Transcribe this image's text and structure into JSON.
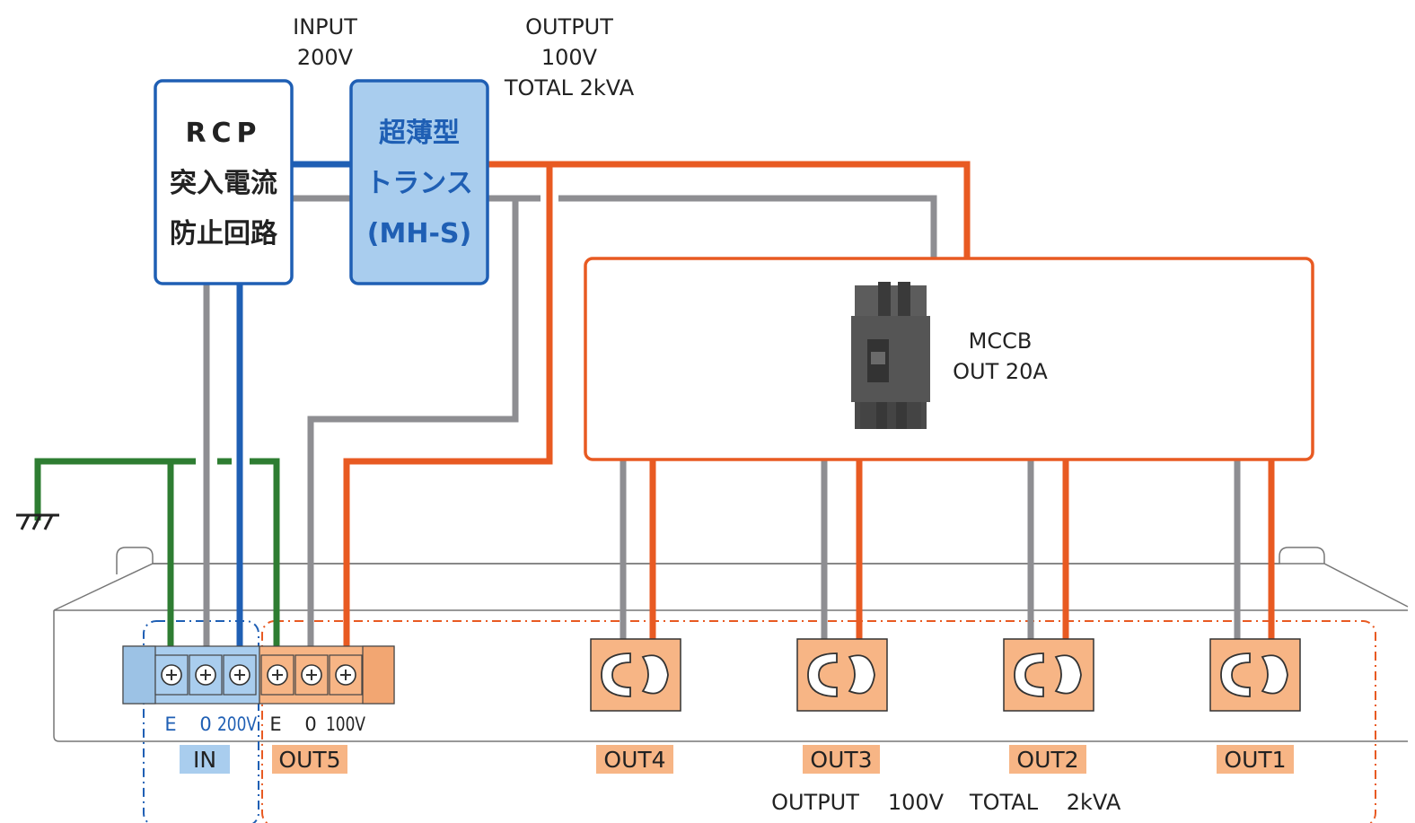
{
  "input": {
    "line1": "INPUT",
    "line2": "200V"
  },
  "output": {
    "line1": "OUTPUT",
    "line2": "100V",
    "line3": "TOTAL 2kVA"
  },
  "rcp_box": {
    "line1": "RCP",
    "line2": "突入電流",
    "line3": "防止回路"
  },
  "transformer_box": {
    "line1": "超薄型",
    "line2": "トランス",
    "line3": "(MH-S)"
  },
  "mccb": {
    "line1": "MCCB",
    "line2": "OUT 20A"
  },
  "terminals_in": {
    "e": "E",
    "zero": "0",
    "v200": "200V"
  },
  "terminals_out": {
    "e": "E",
    "zero": "0",
    "v100": "100V"
  },
  "labels": {
    "in": "IN",
    "out5": "OUT5",
    "out4": "OUT4",
    "out3": "OUT3",
    "out2": "OUT2",
    "out1": "OUT1"
  },
  "bottom_caption": {
    "part1": "OUTPUT",
    "part2": "100V",
    "part3": "TOTAL",
    "part4": "2kVA"
  },
  "colors": {
    "blue_wire": "#1f5fb4",
    "gray_wire": "#8e8e92",
    "orange_wire": "#e85a22",
    "green_wire": "#2e7d32",
    "in_fill": "#a9cdee",
    "out_fill": "#f7b585"
  }
}
